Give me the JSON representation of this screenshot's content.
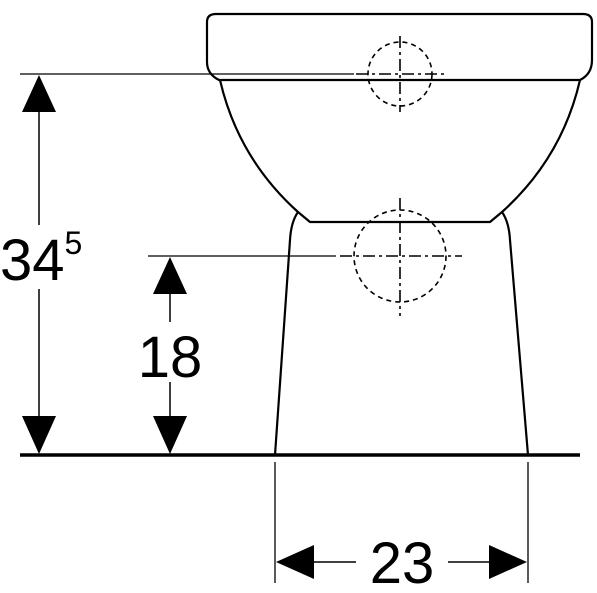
{
  "dimensions": {
    "total_height": {
      "main": "34",
      "superscript": "5"
    },
    "outlet_height": "18",
    "base_width": "23"
  },
  "colors": {
    "line": "#000000",
    "background": "#ffffff"
  }
}
